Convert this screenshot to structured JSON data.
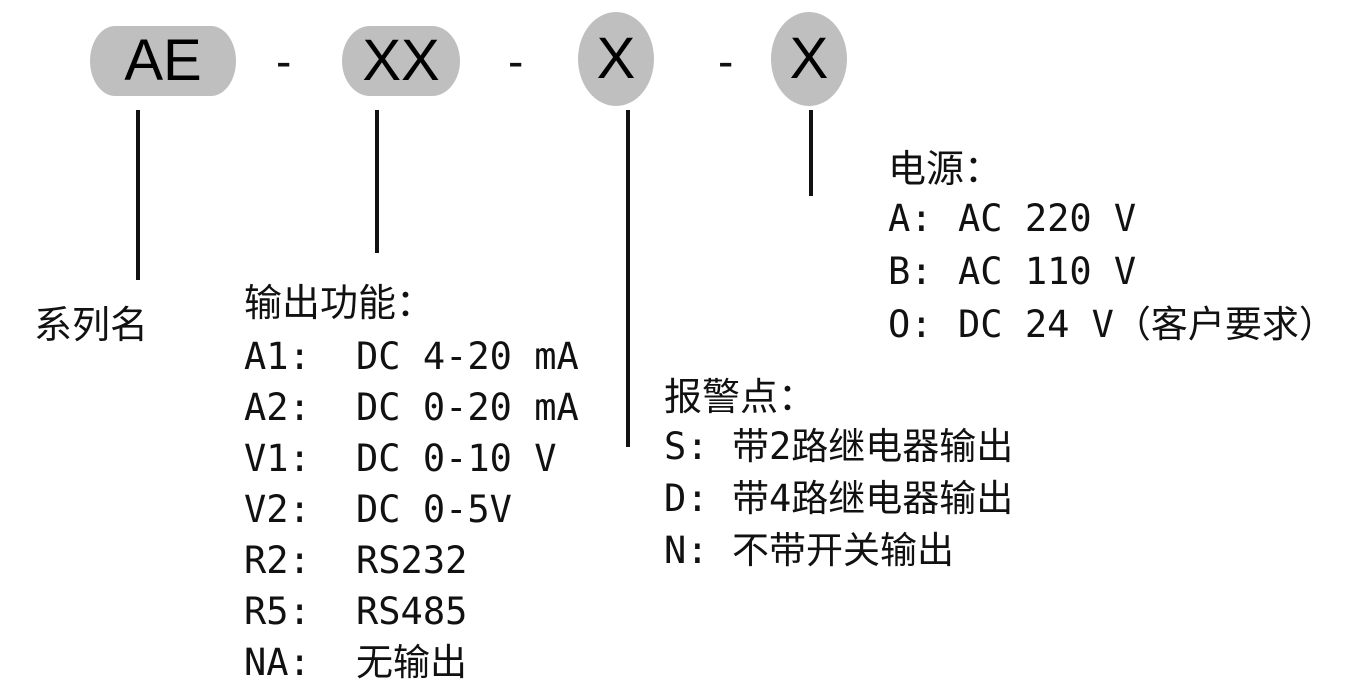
{
  "code_segments": [
    "AE",
    "XX",
    "X",
    "X"
  ],
  "separators": [
    "-",
    "-",
    "-"
  ],
  "series": {
    "label": "系列名"
  },
  "output_function": {
    "title": "输出功能：",
    "items": [
      {
        "code": "A1:",
        "desc": "DC 4-20 mA"
      },
      {
        "code": "A2:",
        "desc": "DC 0-20 mA"
      },
      {
        "code": "V1:",
        "desc": "DC 0-10 V"
      },
      {
        "code": "V2:",
        "desc": "DC 0-5V"
      },
      {
        "code": "R2:",
        "desc": "RS232"
      },
      {
        "code": "R5:",
        "desc": "RS485"
      },
      {
        "code": "NA:",
        "desc": "无输出"
      }
    ]
  },
  "alarm": {
    "title": "报警点：",
    "items": [
      {
        "code": "S:",
        "desc": "带2路继电器输出"
      },
      {
        "code": "D:",
        "desc": "带4路继电器输出"
      },
      {
        "code": "N:",
        "desc": "不带开关输出"
      }
    ]
  },
  "power": {
    "title": "电源：",
    "items": [
      {
        "code": "A:",
        "desc": "AC 220 V"
      },
      {
        "code": "B:",
        "desc": "AC 110 V"
      },
      {
        "code": "O:",
        "desc": "DC 24 V（客户要求）"
      }
    ]
  }
}
